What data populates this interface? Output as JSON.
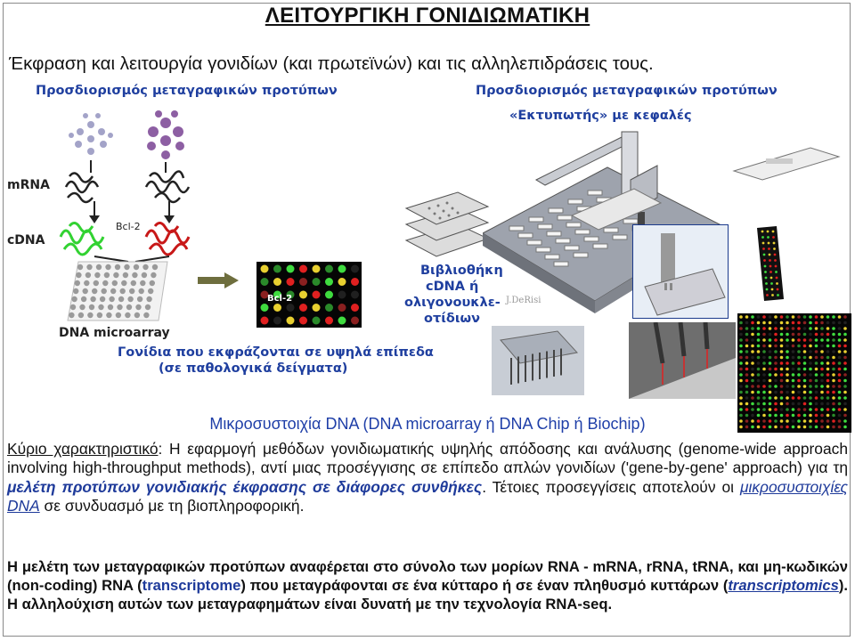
{
  "title": "ΛΕΙΤΟΥΡΓΙΚΗ ΓΟΝΙΔΙΩΜΑΤΙΚΗ",
  "subtitle": "Έκφραση και λειτουργία γονιδίων (και πρωτεϊνών) και τις αλληλεπιδράσεις τους.",
  "figure": {
    "left_title": "Προσδιορισμός μεταγραφικών προτύπων",
    "right_title_1": "Προσδιορισμός μεταγραφικών προτύπων",
    "right_title_2": "«Εκτυπωτής» με κεφαλές",
    "label_mrna": "mRNA",
    "label_cdna": "cDNA",
    "label_bcl2_top": "Bcl-2",
    "label_bcl2_chip": "Bcl-2",
    "label_microarray": "DNA microarray",
    "genes_caption_1": "Γονίδια που εκφράζονται σε υψηλά επίπεδα",
    "genes_caption_2": "(σε παθολογικά δείγματα)",
    "library_1": "Βιβλιοθήκη",
    "library_2": "cDNA ή",
    "library_3": "ολιγονουκλε-",
    "library_4": "οτίδιων",
    "credit": "J.DeRisi"
  },
  "caption": "Μικροσυστοιχία DNA (DNA microarray ή DNA Chip ή Biochip)",
  "para1": {
    "label": "Κύριο χαρακτηριστικό",
    "t1": ": Η εφαρμογή μεθόδων γονιδιωματικής υψηλής απόδοσης και ανάλυσης (genome-wide approach involving high-throughput methods), αντί μιας προσέγγισης σε επίπεδο απλών γονιδίων ('gene-by-gene' approach) για τη ",
    "italic1": "μελέτη προτύπων γονιδιακής έκφρασης σε διάφορες συνθήκες",
    "t2": ". Τέτοιες προσεγγίσεις αποτελούν οι ",
    "italic2": "μικροσυστοιχίες DNA",
    "t3": " σε συνδυασμό με τη βιοπληροφορική."
  },
  "para2": {
    "t1": "Η μελέτη των μεταγραφικών προτύπων αναφέρεται στο σύνολο των μορίων RNA - mRNA, rRNA, tRNA, και μη-κωδικών (non-coding) RNA (",
    "blue1": "transcriptome",
    "t2": ") που μεταγράφονται σε ένα κύτταρο ή σε έναν πληθυσμό κυττάρων (",
    "blue2": "transcriptomics",
    "t3": "). Η αλληλούχιση αυτών των μεταγραφημάτων είναι δυνατή με την τεχνολογία RNA-seq."
  },
  "colors": {
    "blue_text": "#1f3f9f",
    "spot_green": "#3fdc3f",
    "spot_red": "#e02020",
    "spot_yellow": "#e8d030"
  }
}
